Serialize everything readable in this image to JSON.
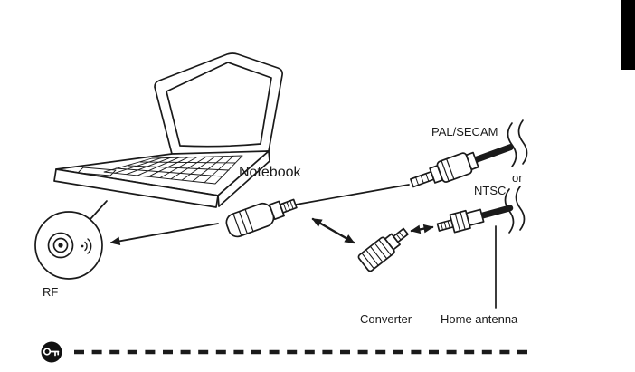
{
  "page": {
    "background": "#ffffff",
    "edge_tab_color": "#000000"
  },
  "diagram": {
    "labels": {
      "notebook": "Notebook",
      "pal_secam": "PAL/SECAM",
      "or": "or",
      "ntsc": "NTSC",
      "rf": "RF",
      "converter": "Converter",
      "home_antenna": "Home antenna"
    },
    "icons": {
      "note": "key-icon",
      "rf_port": "rf-port-icon",
      "wireless_signal": "signal-icon",
      "cable_break": "break-marks"
    },
    "colors": {
      "line": "#1a1a1a",
      "note_icon_background": "#111111"
    }
  }
}
